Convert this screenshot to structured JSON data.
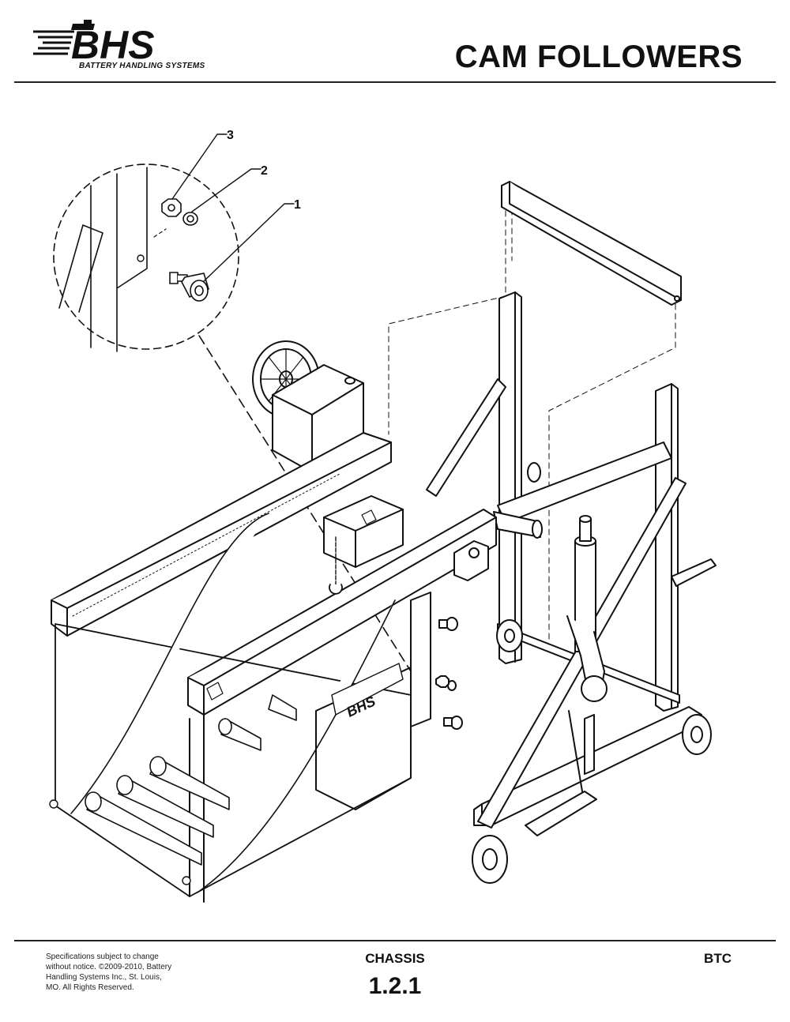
{
  "header": {
    "brand": "BHS",
    "brand_tagline": "BATTERY HANDLING SYSTEMS",
    "title": "CAM FOLLOWERS"
  },
  "drawing": {
    "callouts": [
      {
        "number": "1",
        "part": "cam-follower"
      },
      {
        "number": "2",
        "part": "lock-washer"
      },
      {
        "number": "3",
        "part": "hex-nut"
      }
    ],
    "decal_text": "BHS"
  },
  "footer": {
    "note": "Specifications subject to change without notice. ©2009-2010, Battery Handling Systems Inc., St. Louis, MO. All Rights Reserved.",
    "section": "CHASSIS",
    "page_number": "1.2.1",
    "model": "BTC"
  }
}
